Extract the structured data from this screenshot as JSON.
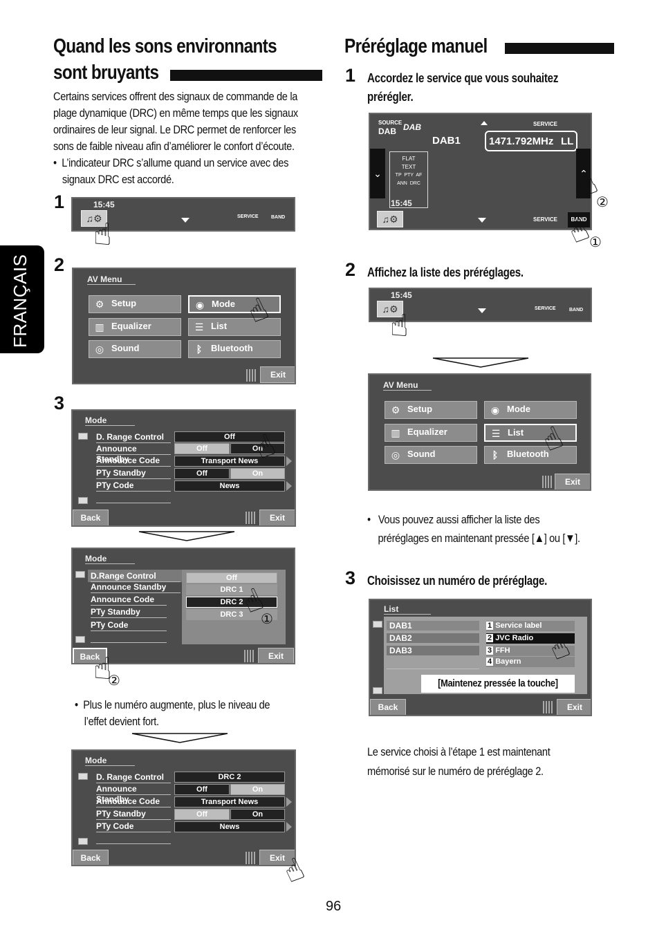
{
  "left": {
    "heading_line1": "Quand les sons environnants",
    "heading_line2": "sont bruyants",
    "intro": [
      "Certains services offrent des signaux de commande de la",
      "plage dynamique (DRC) en même temps que les signaux",
      "ordinaires de leur signal. Le DRC permet de renforcer les",
      "sons de faible niveau afin d’améliorer le confort d’écoute."
    ],
    "bullet": [
      "L’indicateur DRC s’allume quand un service avec des",
      "signaux DRC est accordé."
    ],
    "step1": "1",
    "step2": "2",
    "step3": "3",
    "note": [
      "Plus le numéro augmente, plus le niveau de",
      "l’effet devient fort."
    ]
  },
  "side_tab": "FRANÇAIS",
  "right": {
    "heading": "Préréglage manuel",
    "step1_num": "1",
    "step1_text": [
      "Accordez le service que vous souhaitez",
      "prérégler."
    ],
    "step2_num": "2",
    "step2_text": "Affichez la liste des préréglages.",
    "bullet": [
      "Vous pouvez aussi afficher la liste des",
      "préréglages en maintenant pressée [▲] ou [▼]."
    ],
    "step3_num": "3",
    "step3_text": "Choisissez un numéro de préréglage.",
    "final": [
      "Le service choisi à l’étape 1 est maintenant",
      "mémorisé sur le numéro de préréglage 2."
    ]
  },
  "bar_screen": {
    "time": "15:45",
    "service": "SERVICE",
    "band": "BAND"
  },
  "av_menu": {
    "title": "AV Menu",
    "items": [
      "Setup",
      "Mode",
      "Equalizer",
      "List",
      "Sound",
      "Bluetooth"
    ],
    "exit": "Exit"
  },
  "mode_screen": {
    "title": "Mode",
    "rows": [
      "D. Range Control",
      "Announce Standby",
      "Announce Code",
      "PTy Standby",
      "PTy Code"
    ],
    "rows_alt": [
      "D.Range Control",
      "Announce Standby",
      "Announce Code",
      "PTy Standby",
      "PTy Code"
    ],
    "off": "Off",
    "on": "On",
    "transport": "Transport News",
    "news": "News",
    "drc_options": [
      "Off",
      "DRC 1",
      "DRC 2",
      "DRC 3"
    ],
    "drc2": "DRC 2",
    "back": "Back",
    "exit": "Exit"
  },
  "dab_screen": {
    "source": "SOURCE",
    "dab": "DAB",
    "band_name": "DAB1",
    "freq": "1471.792MHz",
    "ll": "LL",
    "service": "SERVICE",
    "band": "BAND",
    "flags": [
      "FLAT",
      "TEXT",
      "TP  PTY  AF",
      "ANN  DRC"
    ],
    "time": "15:45"
  },
  "list_screen": {
    "title": "List",
    "bands": [
      "DAB1",
      "DAB2",
      "DAB3"
    ],
    "presets": [
      {
        "num": "1",
        "name": "Service label"
      },
      {
        "num": "2",
        "name": "JVC Radio"
      },
      {
        "num": "3",
        "name": "FFH"
      },
      {
        "num": "4",
        "name": "Bayern"
      }
    ],
    "hold": "[Maintenez pressée la touche]",
    "back": "Back",
    "exit": "Exit"
  },
  "callouts": [
    "①",
    "②"
  ],
  "page_number": "96"
}
